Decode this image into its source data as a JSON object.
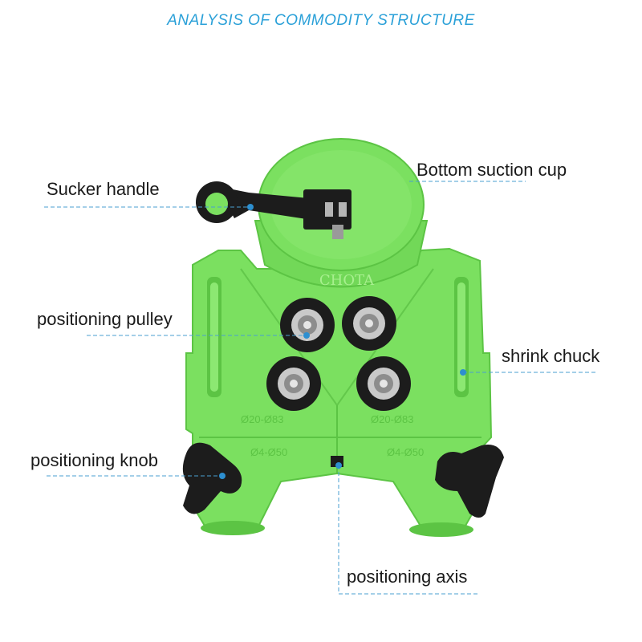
{
  "header": {
    "title": "ANALYSIS OF COMMODITY STRUCTURE"
  },
  "product": {
    "watermark": "CHOTA"
  },
  "labels": {
    "sucker_handle": "Sucker handle",
    "bottom_suction_cup": "Bottom suction cup",
    "positioning_pulley": "positioning pulley",
    "shrink_chuck": "shrink chuck",
    "positioning_knob": "positioning knob",
    "positioning_axis": "positioning axis"
  },
  "scale_marks": {
    "left_upper": "Ø20-Ø83",
    "right_upper": "Ø20-Ø83",
    "left_lower": "Ø4-Ø50",
    "right_lower": "Ø4-Ø50"
  },
  "colors": {
    "title": "#2aa0d8",
    "body_green": "#7be060",
    "dark_green": "#5cc444",
    "leader_line": "#4a9fd0",
    "leader_dot": "#2d8fd0",
    "knob": "#1c1c1c"
  }
}
